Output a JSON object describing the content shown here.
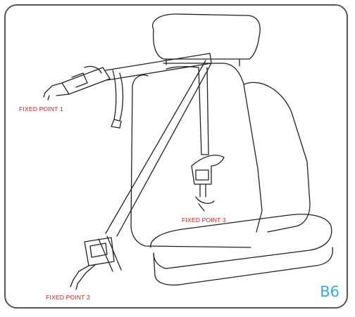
{
  "labels": {
    "fixed_point_1": "FIXED POINT 1",
    "fixed_point_2": "FIXED POINT 2",
    "fixed_point_3": "FIXED POINT 3"
  },
  "figure_tag": "B6",
  "colors": {
    "label_red": "#d01818",
    "tag_blue": "#3aa6d9",
    "line": "#222222",
    "frame": "#555555"
  }
}
